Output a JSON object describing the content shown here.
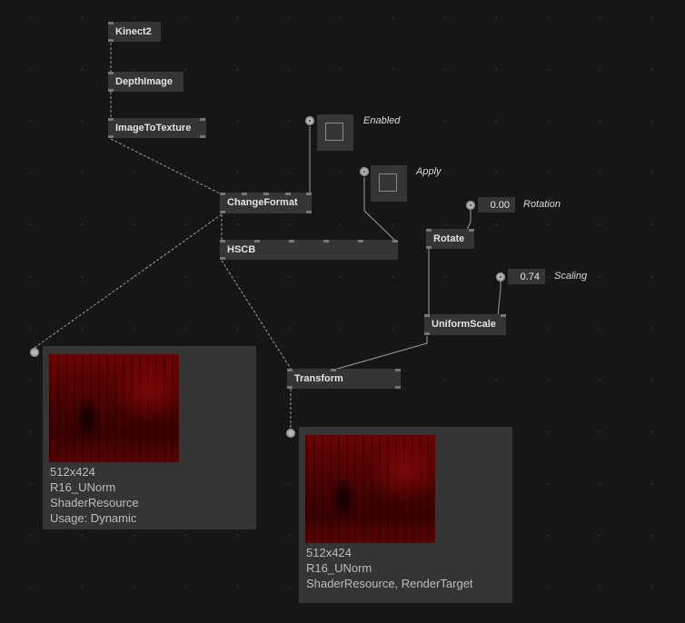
{
  "nodes": {
    "kinect2": "Kinect2",
    "depthimage": "DepthImage",
    "imagetotexture": "ImageToTexture",
    "changeformat": "ChangeFormat",
    "hscb": "HSCB",
    "rotate": "Rotate",
    "uniformscale": "UniformScale",
    "transform": "Transform"
  },
  "toggles": {
    "enabled": {
      "label": "Enabled"
    },
    "apply": {
      "label": "Apply"
    }
  },
  "ioboxes": {
    "rotation": {
      "value": "0.00",
      "label": "Rotation"
    },
    "scaling": {
      "value": "0.74",
      "label": "Scaling"
    }
  },
  "previews": {
    "left": {
      "lines": [
        "512x424",
        "R16_UNorm",
        "ShaderResource",
        "Usage: Dynamic"
      ]
    },
    "right": {
      "lines": [
        "512x424",
        "R16_UNorm",
        "ShaderResource, RenderTarget"
      ]
    }
  },
  "colors": {
    "background": "#161616",
    "node": "#353535",
    "pin": "#777777",
    "link": "#a0a0a0",
    "preview_red": "#6d0404"
  }
}
